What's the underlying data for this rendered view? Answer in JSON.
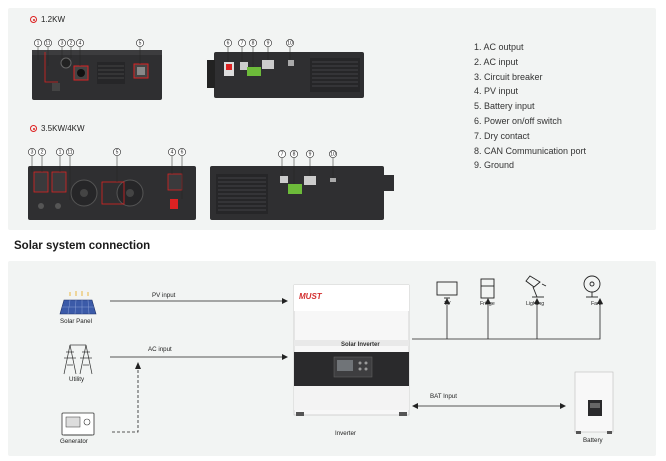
{
  "models": {
    "small": "1.2KW",
    "large": "3.5KW/4KW"
  },
  "legend": [
    "1.  AC output",
    "2.  AC input",
    "3.  Circuit breaker",
    "4.  PV input",
    "5.  Battery input",
    "6.  Power on/off switch",
    "7.  Dry contact",
    "8.  CAN Communication port",
    "9.  Ground"
  ],
  "callouts": {
    "small_front": [
      "1",
      "11",
      "3",
      "2",
      "4",
      "5"
    ],
    "small_back": [
      "6",
      "7",
      "8",
      "9",
      "10"
    ],
    "large_front": [
      "3",
      "2",
      "1",
      "11",
      "5",
      "4",
      "6"
    ],
    "large_back": [
      "7",
      "8",
      "9",
      "10"
    ]
  },
  "section_title": "Solar system connection",
  "connection": {
    "left_items": [
      "Solar Panel",
      "Utility",
      "Generator"
    ],
    "inputs": [
      "PV input",
      "AC input",
      "BAT Input"
    ],
    "center": "Inverter",
    "brand": "MUST",
    "inverter_text": "Solar Inverter",
    "battery": "Battery",
    "loads": [
      "TV",
      "Fridge",
      "Lighting",
      "Fans"
    ]
  },
  "colors": {
    "accent": "#d32f2f",
    "panel_bg": "#f2f4f3",
    "device_dark": "#2f2f31",
    "terminal_green": "#6dbb3a"
  }
}
